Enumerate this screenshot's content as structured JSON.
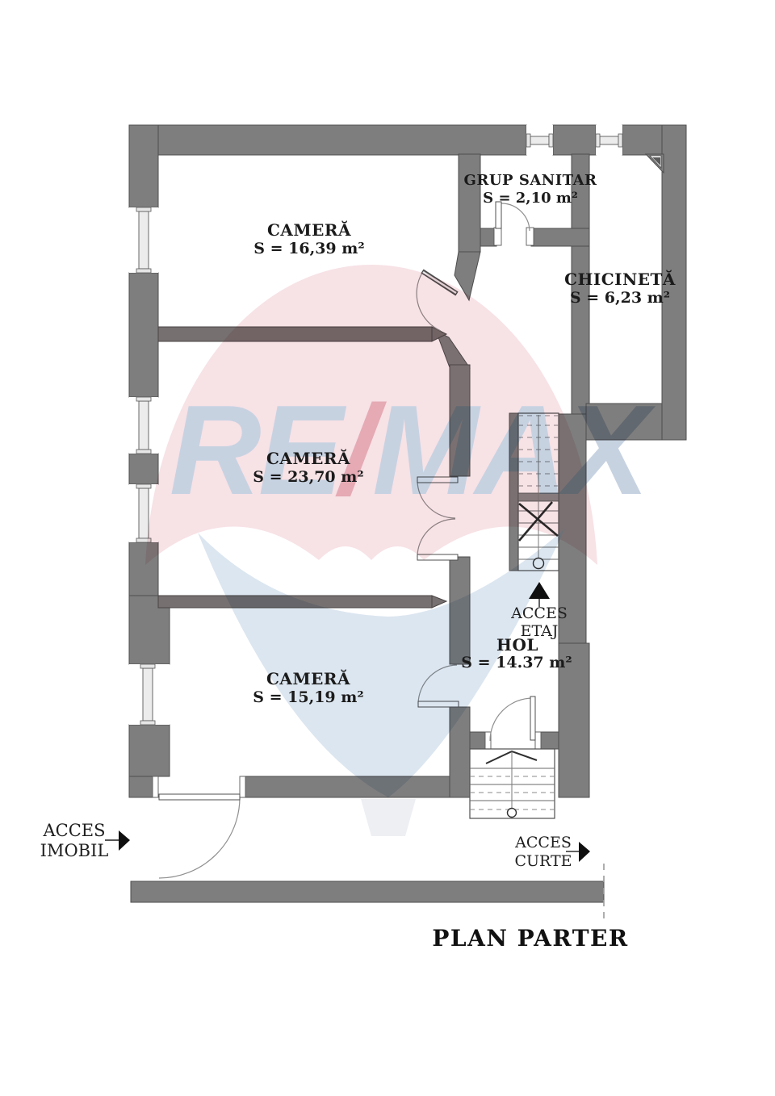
{
  "plan": {
    "title": "PLAN PARTER",
    "rooms": {
      "camera1": {
        "name": "CAMERĂ",
        "area": "S = 16,39 m²"
      },
      "camera2": {
        "name": "CAMERĂ",
        "area": "S = 23,70 m²"
      },
      "camera3": {
        "name": "CAMERĂ",
        "area": "S = 15,19 m²"
      },
      "grup_sanitar": {
        "name": "GRUP SANITAR",
        "area": "S = 2,10 m²"
      },
      "chicineta": {
        "name": "CHICINETĂ",
        "area": "S = 6,23 m²"
      },
      "hol": {
        "name": "HOL",
        "area": "S = 14.37 m²"
      }
    },
    "access": {
      "etaj": {
        "line1": "ACCES",
        "line2": "ETAJ"
      },
      "imobil": {
        "line1": "ACCES",
        "line2": "IMOBIL"
      },
      "curte": {
        "line1": "ACCES",
        "line2": "CURTE"
      }
    },
    "watermark": {
      "re": "RE",
      "slash": "/",
      "max": "MAX"
    },
    "colors": {
      "wall": "#7e7e7e",
      "wall_stroke": "#4e4e4e",
      "divider_wall": "#767070",
      "balloon_pink": "#f7e2e6",
      "balloon_blue": "#dce6f0",
      "brand_text": "#c7d2e1",
      "brand_slash": "#e5aab4",
      "basket": "#edeff3",
      "label_text": "#1b1b1b"
    }
  }
}
